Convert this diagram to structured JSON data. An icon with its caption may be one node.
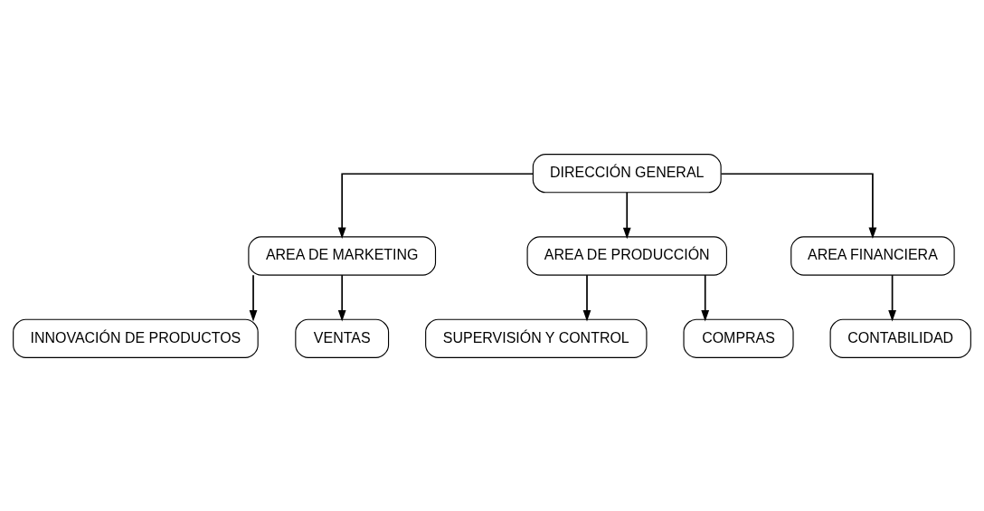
{
  "diagram": {
    "nodes": [
      {
        "text": [
          "DIRECCIÓN GENERAL"
        ]
      },
      {
        "text": [
          "AREA DE MARKETING"
        ]
      },
      {
        "text": [
          "AREA DE PRODUCCIÓN"
        ]
      },
      {
        "text": [
          "AREA FINANCIERA"
        ]
      },
      {
        "text": [
          "INNOVACIÓN DE PRODUCTOS"
        ]
      },
      {
        "text": [
          "VENTAS"
        ]
      },
      {
        "text": [
          "SUPERVISIÓN Y CONTROL"
        ]
      },
      {
        "text": [
          "COMPRAS"
        ]
      },
      {
        "text": [
          "CONTABILIDAD"
        ]
      }
    ],
    "edges": [
      {
        "from": 0,
        "to": 1,
        "arrow": "to"
      },
      {
        "from": 0,
        "to": 2,
        "arrow": "to"
      },
      {
        "from": 0,
        "to": 3,
        "arrow": "to"
      },
      {
        "from": 1,
        "to": 4,
        "arrow": "to"
      },
      {
        "from": 1,
        "to": 5,
        "arrow": "to"
      },
      {
        "from": 2,
        "to": 6,
        "arrow": "to"
      },
      {
        "from": 2,
        "to": 7,
        "arrow": "to"
      },
      {
        "from": 3,
        "to": 8,
        "arrow": "to"
      }
    ]
  }
}
